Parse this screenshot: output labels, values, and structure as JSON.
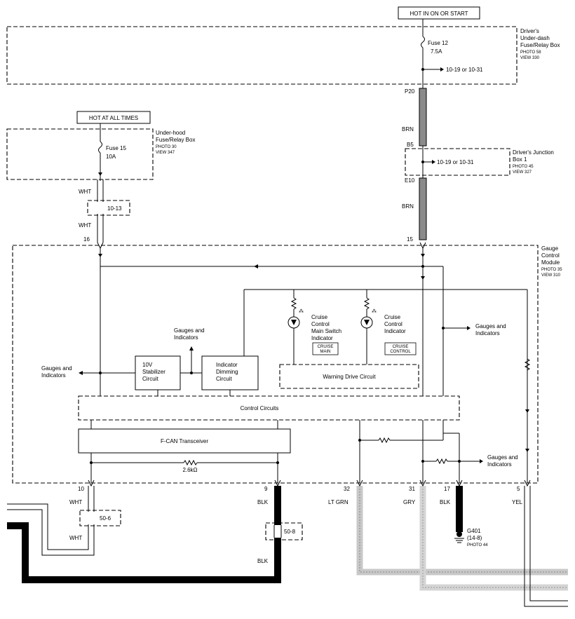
{
  "power": {
    "hot_in_on": "HOT IN ON OR START",
    "hot_all": "HOT AT ALL TIMES"
  },
  "boxes": {
    "underdash": {
      "line1": "Driver's",
      "line2": "Under-dash",
      "line3": "Fuse/Relay Box",
      "photo": "PHOTO 58",
      "view": "VIEW 330"
    },
    "underhood": {
      "line1": "Under-hood",
      "line2": "Fuse/Relay Box",
      "photo": "PHOTO 30",
      "view": "VIEW 347"
    },
    "junction": {
      "line1": "Driver's Junction",
      "line2": "Box 1",
      "photo": "PHOTO 45",
      "view": "VIEW 327"
    },
    "gauge": {
      "line1": "Gauge",
      "line2": "Control",
      "line3": "Module",
      "photo": "PHOTO 35",
      "view": "VIEW 310"
    }
  },
  "fuses": {
    "f12": {
      "name": "Fuse 12",
      "rating": "7.5A"
    },
    "f15": {
      "name": "Fuse 15",
      "rating": "10A"
    }
  },
  "refs": {
    "r1": "10-19 or 10-31",
    "r2": "10-19 or 10-31",
    "r3": "10-13",
    "r4": "50-6",
    "r5": "50-8"
  },
  "terminals": {
    "p20": "P20",
    "b5": "B5",
    "e10": "E10",
    "t15": "15",
    "t16": "16",
    "t10": "10",
    "t9": "9",
    "t32": "32",
    "t31": "31",
    "t17": "17",
    "t5": "5"
  },
  "wires": {
    "brn1": "BRN",
    "brn2": "BRN",
    "wht1": "WHT",
    "wht2": "WHT",
    "wht3": "WHT",
    "wht4": "WHT",
    "blk1": "BLK",
    "blk2": "BLK",
    "ltgrn": "LT GRN",
    "gry": "GRY",
    "blk3": "BLK",
    "yel": "YEL"
  },
  "circuits": {
    "stab": {
      "line1": "10V",
      "line2": "Stabilizer",
      "line3": "Circuit"
    },
    "dim": {
      "line1": "Indicator",
      "line2": "Dimming",
      "line3": "Circuit"
    },
    "warn": "Warning Drive Circuit",
    "control": "Control Circuits",
    "fcan": "F-CAN Transceiver",
    "resistor": "2.6kΩ"
  },
  "indicators": {
    "main": {
      "line1": "Cruise",
      "line2": "Control",
      "line3": "Main Switch",
      "line4": "Indicator",
      "badge1": "CRUISE",
      "badge2": "MAIN"
    },
    "cc": {
      "line1": "Cruise",
      "line2": "Control",
      "line3": "Indicator",
      "badge1": "CRUISE",
      "badge2": "CONTROL"
    }
  },
  "gauges": {
    "g1": {
      "line1": "Gauges and",
      "line2": "Indicators"
    },
    "g2": {
      "line1": "Gauges and",
      "line2": "Indicators"
    },
    "g3": {
      "line1": "Gauges and",
      "line2": "Indicators"
    },
    "g4": {
      "line1": "Gauges and",
      "line2": "Indicators"
    }
  },
  "ground": {
    "name": "G401",
    "ref": "(14-8)",
    "photo": "PHOTO 44"
  }
}
